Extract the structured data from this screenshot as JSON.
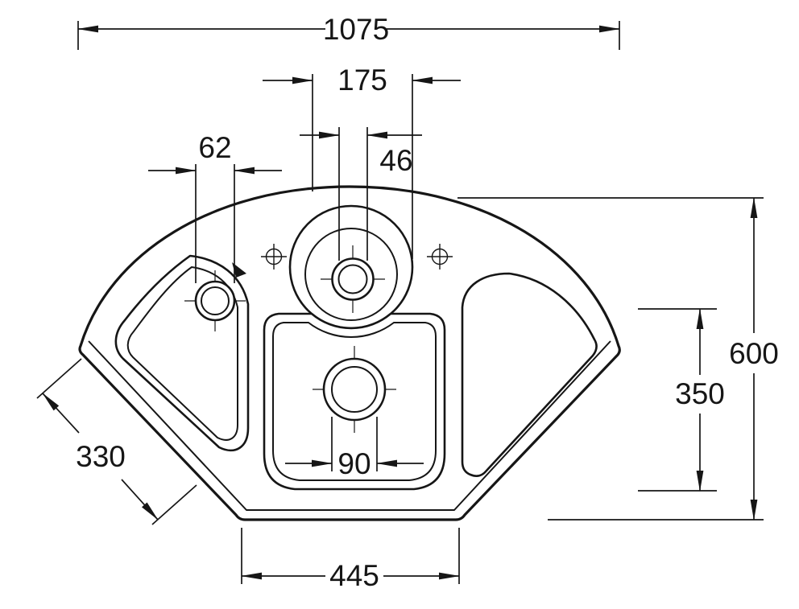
{
  "drawing": {
    "name": "corner-sink-top-view-technical-drawing",
    "background": "#ffffff",
    "line_color": "#161616",
    "dimensions": {
      "overall_width": "1075",
      "platform_width": "175",
      "left_drain_diameter": "62",
      "tap_hole_diameter": "46",
      "overall_depth": "600",
      "bowl_depth": "350",
      "side_edge_length": "330",
      "drain_diameter": "90",
      "front_edge_width": "445"
    }
  }
}
